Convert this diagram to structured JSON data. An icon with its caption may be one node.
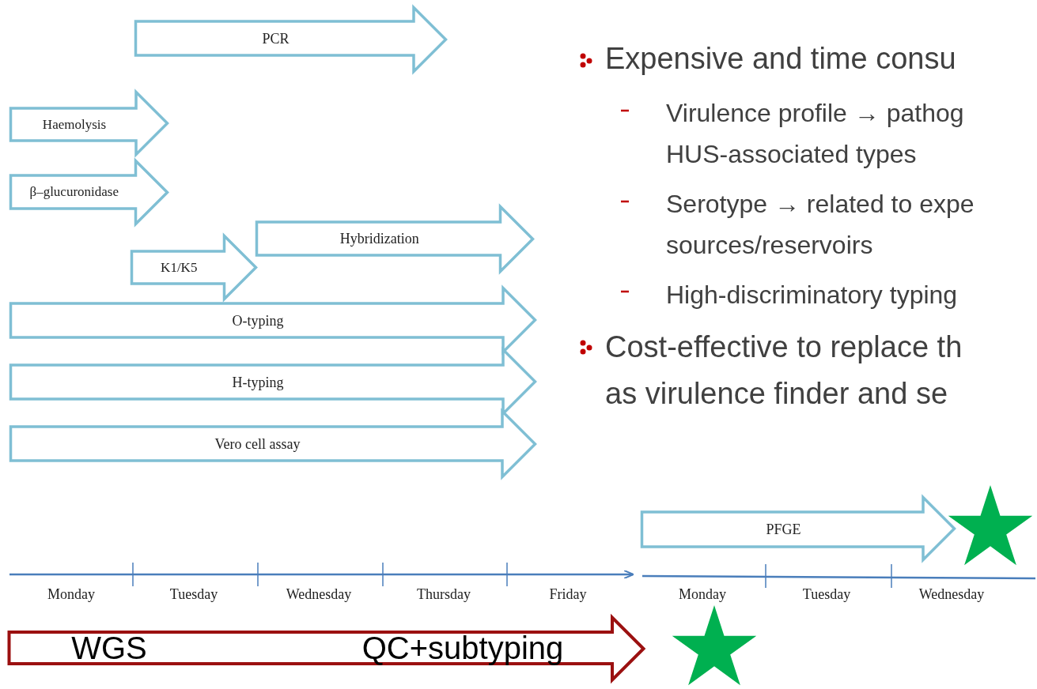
{
  "diagram": {
    "nodes": [
      {
        "text": [
          "PCR"
        ]
      },
      {
        "text": [
          "Haemolysis"
        ]
      },
      {
        "text": [
          "β–glucuronidase"
        ]
      },
      {
        "text": [
          "K1/K5"
        ]
      },
      {
        "text": [
          "Hybridization"
        ]
      },
      {
        "text": [
          "O-typing"
        ]
      },
      {
        "text": [
          "H-typing"
        ]
      },
      {
        "text": [
          "Vero cell assay"
        ]
      },
      {
        "text": [
          "PFGE"
        ]
      },
      {
        "text": [
          "WGS",
          "QC+subtyping"
        ]
      }
    ],
    "labels": [
      "Expensive and time consu",
      "Virulence profile → pathog HUS-associated types",
      "Serotype → related to expe sources/reservoirs",
      "High-discriminatory typing",
      "Cost-effective to replace th as virulence finder and se",
      "Monday",
      "Tuesday",
      "Wednesday",
      "Thursday",
      "Friday",
      "Monday",
      "Tuesday",
      "Wednesday"
    ]
  }
}
